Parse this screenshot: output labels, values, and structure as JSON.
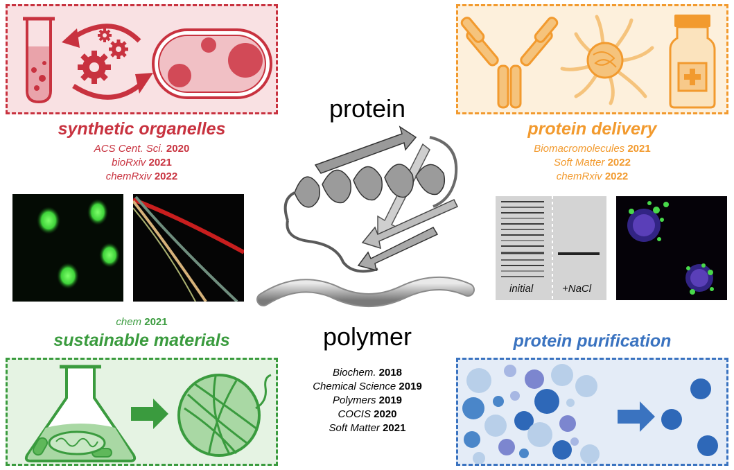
{
  "center": {
    "protein_label": "protein",
    "polymer_label": "polymer",
    "refs": [
      {
        "journal": "Biochem.",
        "year": "2018"
      },
      {
        "journal": "Chemical Science",
        "year": "2019"
      },
      {
        "journal": "Polymers",
        "year": "2019"
      },
      {
        "journal": "COCIS",
        "year": "2020"
      },
      {
        "journal": "Soft Matter",
        "year": "2021"
      }
    ]
  },
  "organelles": {
    "title": "synthetic organelles",
    "color": "#c8323f",
    "refs": [
      {
        "journal": "ACS Cent. Sci.",
        "year": "2020"
      },
      {
        "journal": "bioRxiv",
        "year": "2021"
      },
      {
        "journal": "chemRxiv",
        "year": "2022"
      }
    ]
  },
  "delivery": {
    "title": "protein delivery",
    "color": "#f29a2e",
    "refs": [
      {
        "journal": "Biomacromolecules",
        "year": "2021"
      },
      {
        "journal": "Soft Matter",
        "year": "2022"
      },
      {
        "journal": "chemRxiv",
        "year": "2022"
      }
    ]
  },
  "sustainable": {
    "title": "sustainable materials",
    "color": "#3a9b3e",
    "refs": [
      {
        "journal": "chem",
        "year": "2021"
      }
    ]
  },
  "purification": {
    "title": "protein purification",
    "color": "#3a73c0"
  },
  "gel": {
    "label_initial": "initial",
    "label_nacl": "+NaCl"
  }
}
